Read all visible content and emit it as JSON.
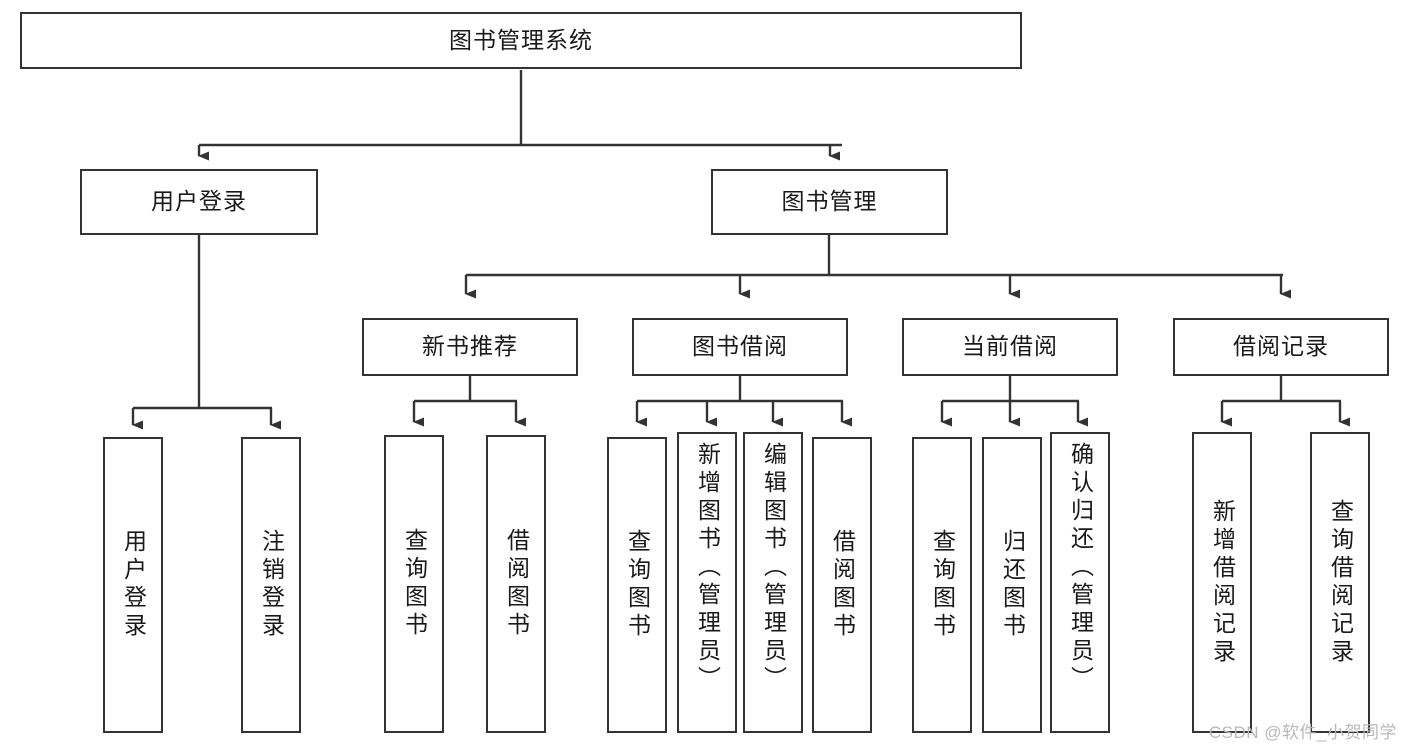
{
  "diagram": {
    "title": "图书管理系统",
    "type": "tree-hierarchy",
    "root": {
      "label": "图书管理系统"
    },
    "level2": [
      {
        "id": "user-login",
        "label": "用户登录"
      },
      {
        "id": "book-management",
        "label": "图书管理"
      }
    ],
    "level3": [
      {
        "id": "new-book-recommend",
        "label": "新书推荐"
      },
      {
        "id": "book-borrow",
        "label": "图书借阅"
      },
      {
        "id": "current-borrow",
        "label": "当前借阅"
      },
      {
        "id": "borrow-record",
        "label": "借阅记录"
      }
    ],
    "leaves": [
      {
        "id": "leaf-user-login",
        "label": "用户登录",
        "parent": "user-login"
      },
      {
        "id": "leaf-logout",
        "label": "注销登录",
        "parent": "user-login"
      },
      {
        "id": "leaf-query-book-1",
        "label": "查询图书",
        "parent": "new-book-recommend"
      },
      {
        "id": "leaf-borrow-book-1",
        "label": "借阅图书",
        "parent": "new-book-recommend"
      },
      {
        "id": "leaf-query-book-2",
        "label": "查询图书",
        "parent": "book-borrow"
      },
      {
        "id": "leaf-add-book",
        "label": "新增图书（管理员）",
        "parent": "book-borrow"
      },
      {
        "id": "leaf-edit-book",
        "label": "编辑图书（管理员）",
        "parent": "book-borrow"
      },
      {
        "id": "leaf-borrow-book-2",
        "label": "借阅图书",
        "parent": "book-borrow"
      },
      {
        "id": "leaf-query-book-3",
        "label": "查询图书",
        "parent": "current-borrow"
      },
      {
        "id": "leaf-return-book",
        "label": "归还图书",
        "parent": "current-borrow"
      },
      {
        "id": "leaf-confirm-return",
        "label": "确认归还（管理员）",
        "parent": "current-borrow"
      },
      {
        "id": "leaf-add-record",
        "label": "新增借阅记录",
        "parent": "borrow-record"
      },
      {
        "id": "leaf-query-record",
        "label": "查询借阅记录",
        "parent": "borrow-record"
      }
    ],
    "colors": {
      "stroke": "#333333",
      "fill": "#ffffff",
      "text": "#1a1a1a",
      "watermark": "#b8b8b8"
    }
  },
  "watermark": {
    "text": "CSDN @软件_小贺同学"
  }
}
